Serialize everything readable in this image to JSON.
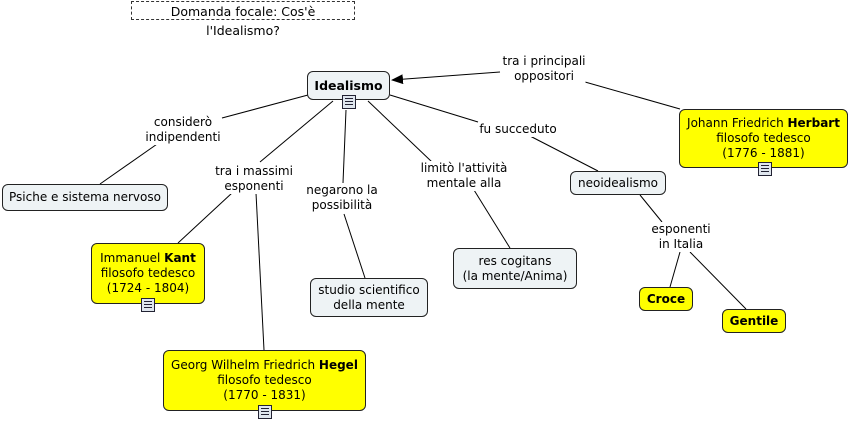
{
  "focal_question": "Domanda focale: Cos'è l'Idealismo?",
  "nodes": {
    "idealismo": "Idealismo",
    "psiche": "Psiche e sistema nervoso",
    "kant": {
      "pre": "Immanuel ",
      "bold": "Kant",
      "role": "filosofo tedesco",
      "dates": "(1724 - 1804)"
    },
    "hegel": {
      "pre": "Georg Wilhelm Friedrich ",
      "bold": "Hegel",
      "role": "filosofo tedesco",
      "dates": "(1770 - 1831)"
    },
    "studio_l1": "studio scientifico",
    "studio_l2": "della mente",
    "res_l1": "res cogitans",
    "res_l2": "(la mente/Anima)",
    "neoidealismo": "neoidealismo",
    "croce": "Croce",
    "gentile": "Gentile",
    "herbart": {
      "pre": "Johann Friedrich ",
      "bold": "Herbart",
      "role": "filosofo tedesco",
      "dates": "(1776 - 1881)"
    }
  },
  "links": {
    "considero_l1": "considerò",
    "considero_l2": "indipendenti",
    "massimi_l1": "tra i massimi",
    "massimi_l2": "esponenti",
    "negarono_l1": "negarono la",
    "negarono_l2": "possibilità",
    "limito_l1": "limitò l'attività",
    "limito_l2": "mentale alla",
    "succeduto": "fu succeduto",
    "esponenti_l1": "esponenti",
    "esponenti_l2": "in Italia",
    "oppositori_l1": "tra i principali",
    "oppositori_l2": "oppositori"
  },
  "colors": {
    "yellow_node": "#ffff00",
    "grey_node": "#eef3f5"
  },
  "icons": [
    "note-icon"
  ]
}
